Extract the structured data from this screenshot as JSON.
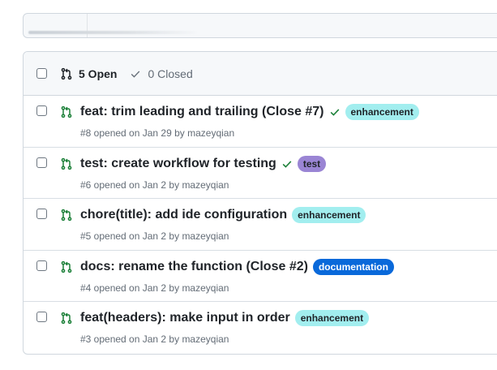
{
  "header": {
    "open_label": "5 Open",
    "closed_label": "0 Closed"
  },
  "colors": {
    "open_icon": "#1a7f37",
    "check": "#1a7f37"
  },
  "pull_requests": [
    {
      "title": "feat: trim leading and trailing (Close #7)",
      "meta": "#8 opened on Jan 29 by mazeyqian",
      "checks_passed": true,
      "label": {
        "text": "enhancement",
        "bg": "#a2eeef",
        "fg": "#1f2328"
      }
    },
    {
      "title": "test: create workflow for testing",
      "meta": "#6 opened on Jan 2 by mazeyqian",
      "checks_passed": true,
      "label": {
        "text": "test",
        "bg": "#9a85d4",
        "fg": "#1f2328"
      }
    },
    {
      "title": "chore(title): add ide configuration",
      "meta": "#5 opened on Jan 2 by mazeyqian",
      "checks_passed": false,
      "label": {
        "text": "enhancement",
        "bg": "#a2eeef",
        "fg": "#1f2328"
      }
    },
    {
      "title": "docs: rename the function (Close #2)",
      "meta": "#4 opened on Jan 2 by mazeyqian",
      "checks_passed": false,
      "label": {
        "text": "documentation",
        "bg": "#0969da",
        "fg": "#ffffff"
      }
    },
    {
      "title": "feat(headers): make input in order",
      "meta": "#3 opened on Jan 2 by mazeyqian",
      "checks_passed": false,
      "label": {
        "text": "enhancement",
        "bg": "#a2eeef",
        "fg": "#1f2328"
      }
    }
  ]
}
